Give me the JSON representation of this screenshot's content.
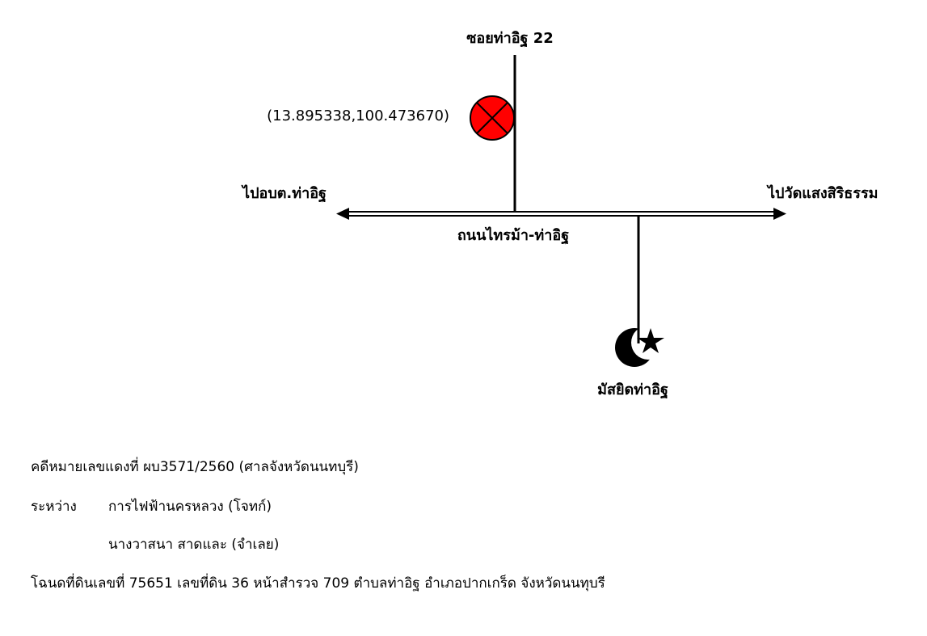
{
  "map": {
    "soi_label": "ซอยท่าอิฐ 22",
    "coordinates_label": "(13.895338,100.473670)",
    "west_label": "ไปอบต.ท่าอิฐ",
    "east_label": "ไปวัดแสงสิริธรรม",
    "road_label": "ถนนไทรม้า-ท่าอิฐ",
    "mosque_label": "มัสยิดท่าอิฐ",
    "colors": {
      "marker_fill": "#ff0000",
      "lines": "#000000"
    },
    "icons": [
      "location-marker-icon",
      "crescent-star-icon",
      "arrow-left-icon",
      "arrow-right-icon"
    ]
  },
  "info": {
    "case": "คดีหมายเลขแดงที่ ผบ3571/2560  (ศาลจังหวัดนนทบุรี)",
    "between_label": "ระหว่าง",
    "plaintiff": "การไฟฟ้านครหลวง  (โจทก์)",
    "defendant": "นางวาสนา  สาดและ  (จำเลย)",
    "deed": "โฉนดที่ดินเลขที่  75651  เลขที่ดิน  36  หน้าสำรวจ  709  ตำบลท่าอิฐ  อำเภอปากเกร็ด  จังหวัดนนทุบรี"
  }
}
